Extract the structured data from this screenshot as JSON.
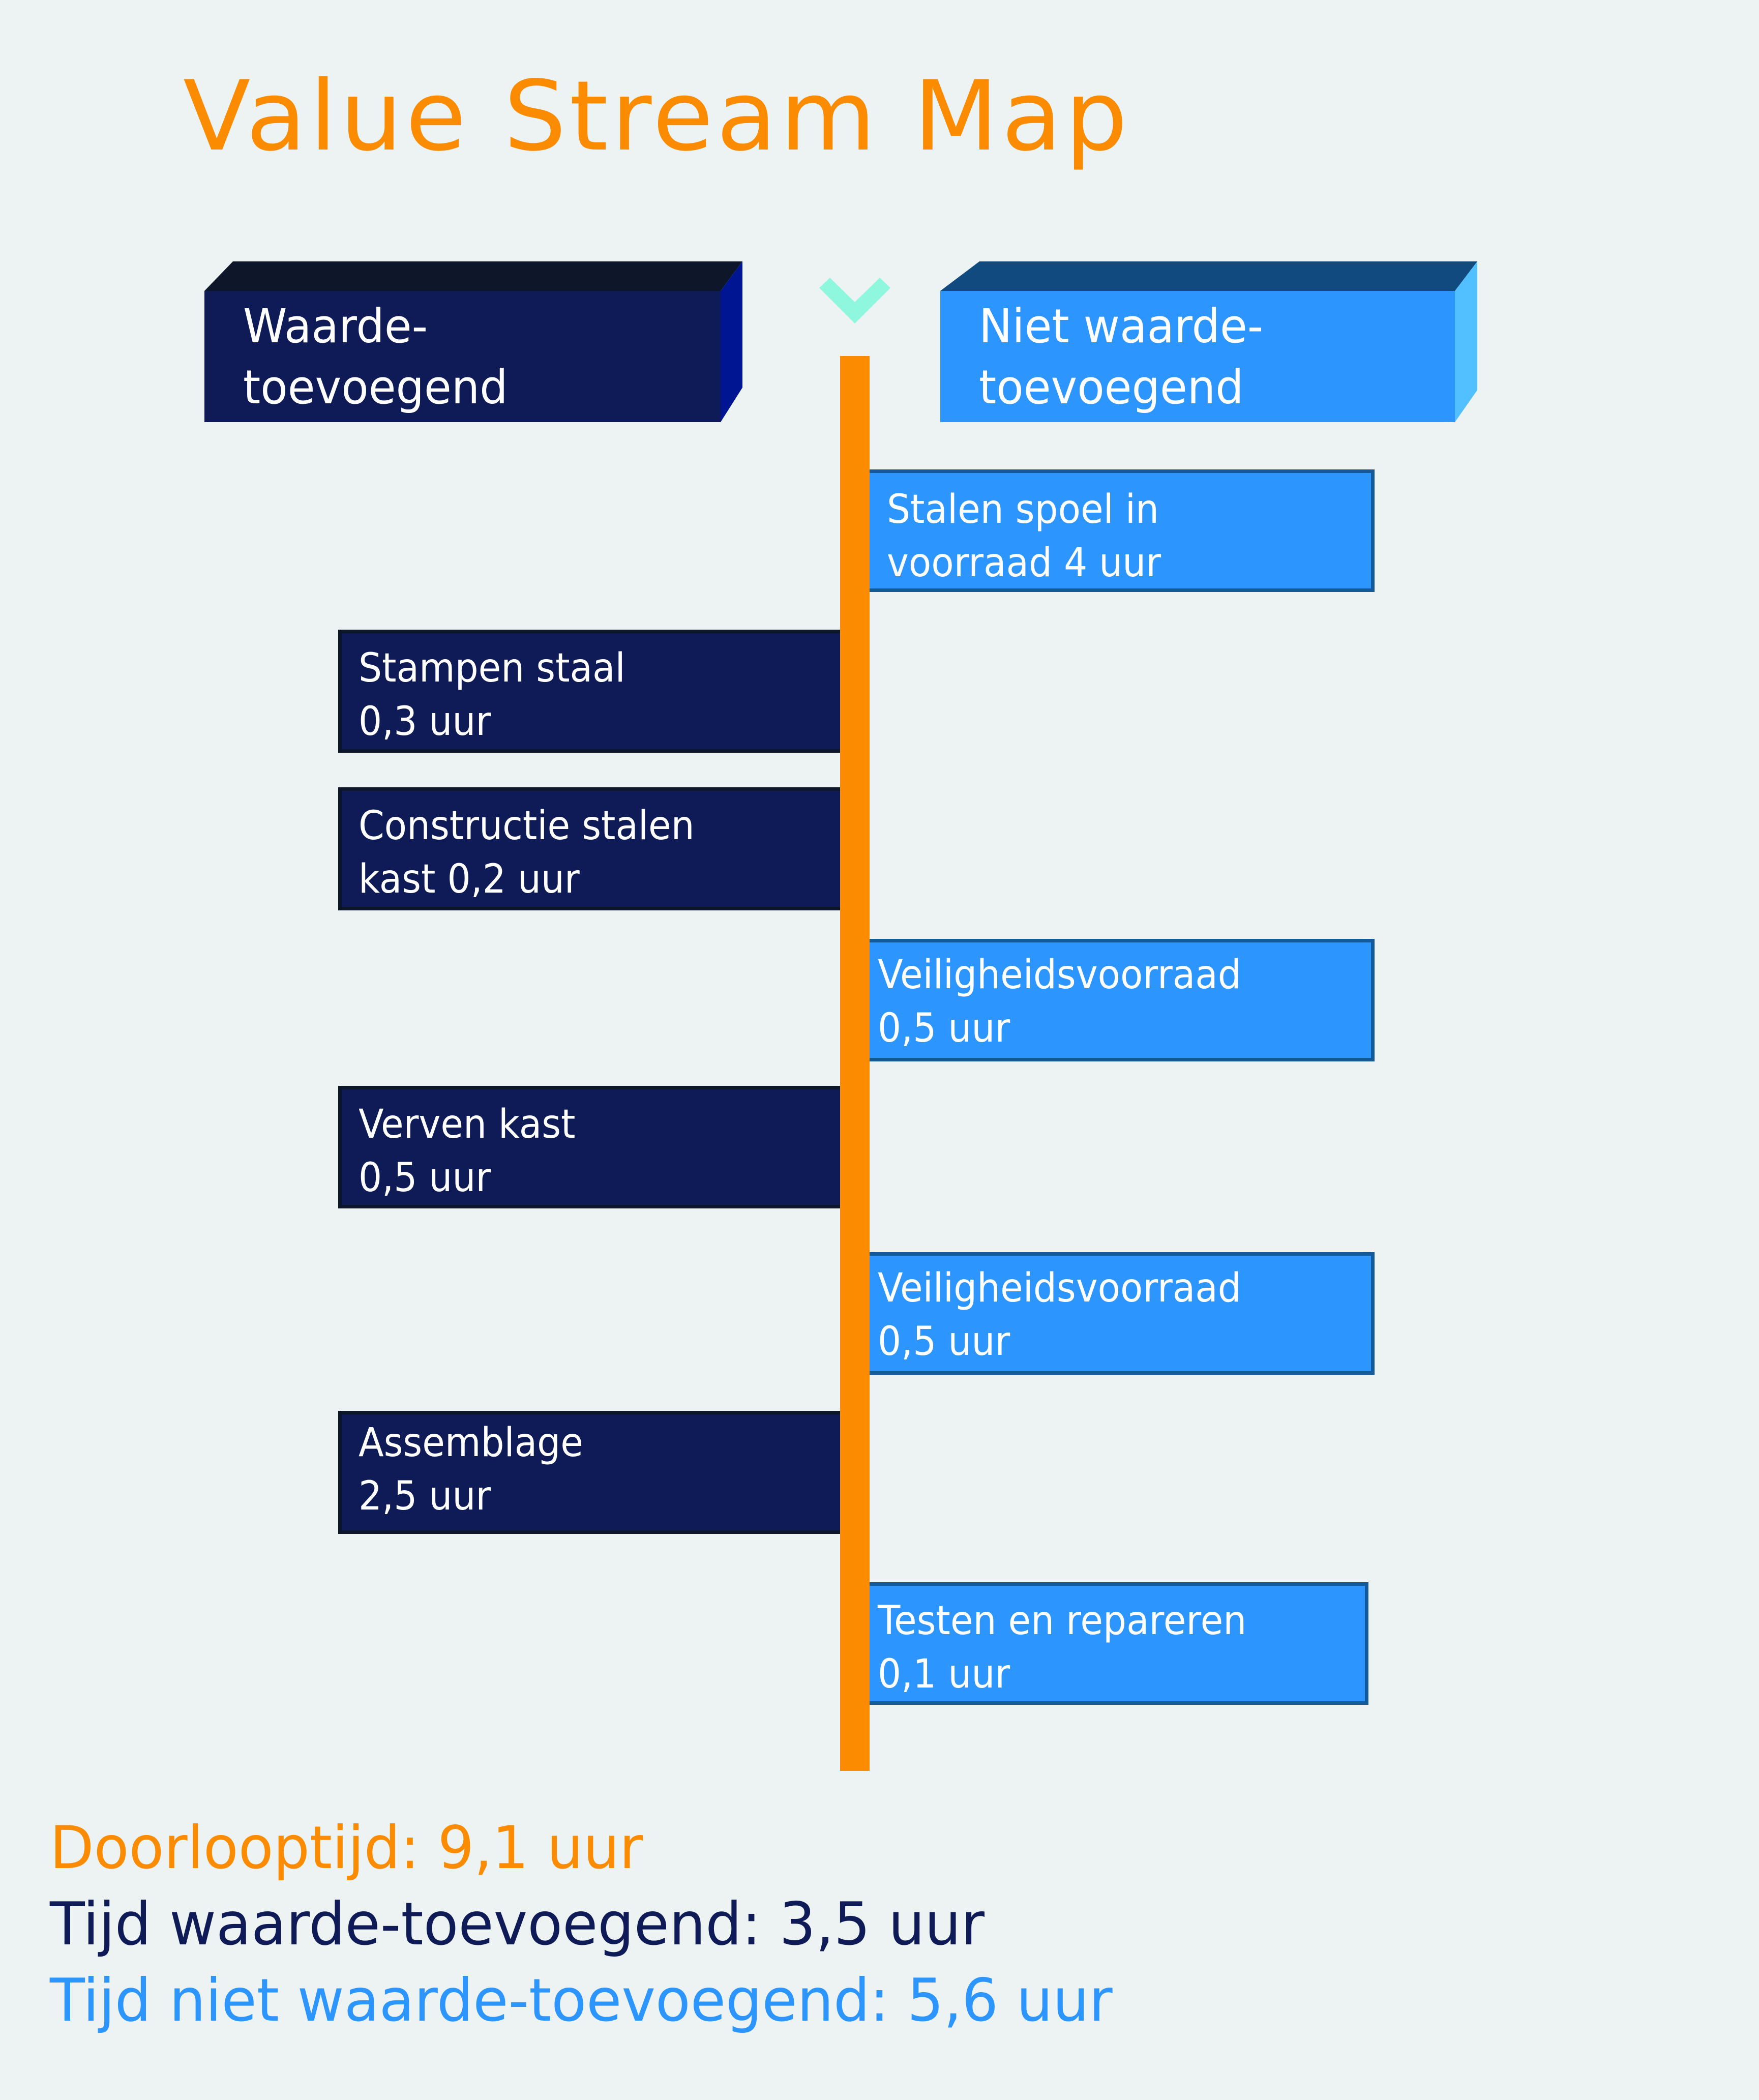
{
  "title": "Value Stream Map",
  "colors": {
    "background": "#edf2f2",
    "accent_orange": "#fb8b00",
    "value_adding_dark": "#0e1b57",
    "non_value_adding_blue": "#2d95fe",
    "chevron_mint": "#8ff7de"
  },
  "legend": {
    "value_adding": "Waarde-\ntoevoegend",
    "non_value_adding": "Niet waarde-\ntoevoegend"
  },
  "timeline_icon": "chevron-down-icon",
  "steps": [
    {
      "side": "non-value-adding",
      "label": "Stalen spoel in\nvoorraad 4 uur"
    },
    {
      "side": "value-adding",
      "label": "Stampen staal\n0,3 uur"
    },
    {
      "side": "value-adding",
      "label": "Constructie stalen\nkast 0,2 uur"
    },
    {
      "side": "non-value-adding",
      "label": "Veiligheidsvoorraad\n0,5 uur"
    },
    {
      "side": "value-adding",
      "label": "Verven kast\n0,5 uur"
    },
    {
      "side": "non-value-adding",
      "label": "Veiligheidsvoorraad\n0,5 uur"
    },
    {
      "side": "value-adding",
      "label": "Assemblage\n2,5 uur"
    },
    {
      "side": "non-value-adding",
      "label": "Testen en repareren\n0,1 uur"
    }
  ],
  "summary": {
    "lead_time": "Doorlooptijd: 9,1 uur",
    "value_adding_time": "Tijd waarde-toevoegend: 3,5 uur",
    "non_value_adding_time": "Tijd niet waarde-toevoegend: 5,6 uur"
  }
}
